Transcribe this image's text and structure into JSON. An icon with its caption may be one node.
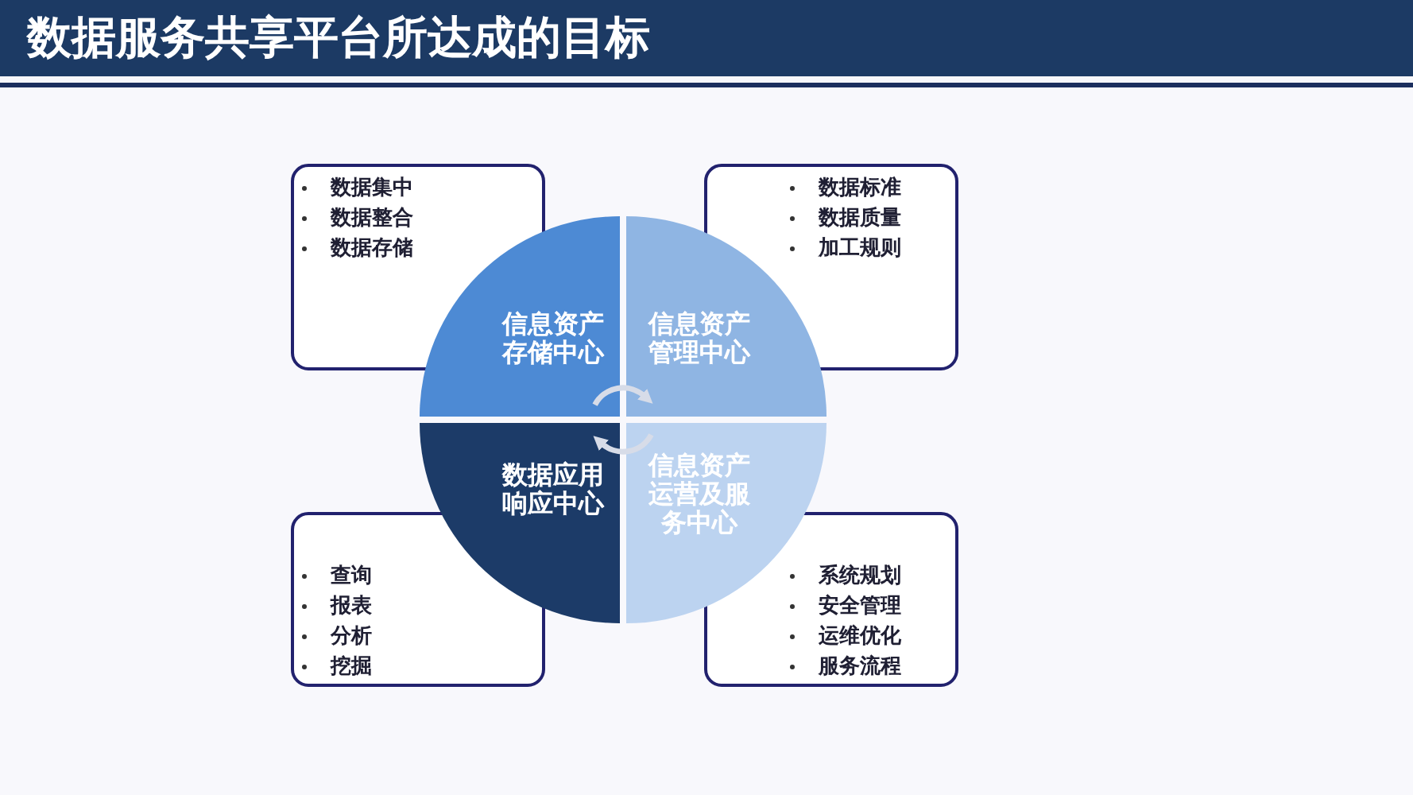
{
  "diagram": {
    "title": "数据服务共享平台所达成的目标",
    "nodes": [
      {
        "text": [
          "数据集中",
          "数据整合",
          "数据存储"
        ]
      },
      {
        "text": [
          "数据标准",
          "数据质量",
          "加工规则"
        ]
      },
      {
        "text": [
          "信息资产存储中心"
        ]
      },
      {
        "text": [
          "信息资产管理中心"
        ]
      },
      {
        "text": [
          "数据应用响应中心"
        ]
      },
      {
        "text": [
          "信息资产运营及服务中心"
        ]
      },
      {
        "text": [
          "查询",
          "报表",
          "分析",
          "挖掘"
        ]
      },
      {
        "text": [
          "系统规划",
          "安全管理",
          "运维优化",
          "服务流程"
        ]
      }
    ],
    "edges": [
      {
        "from": 2,
        "to": 3,
        "arrow": "to"
      },
      {
        "from": 5,
        "to": 4,
        "arrow": "to"
      }
    ]
  }
}
